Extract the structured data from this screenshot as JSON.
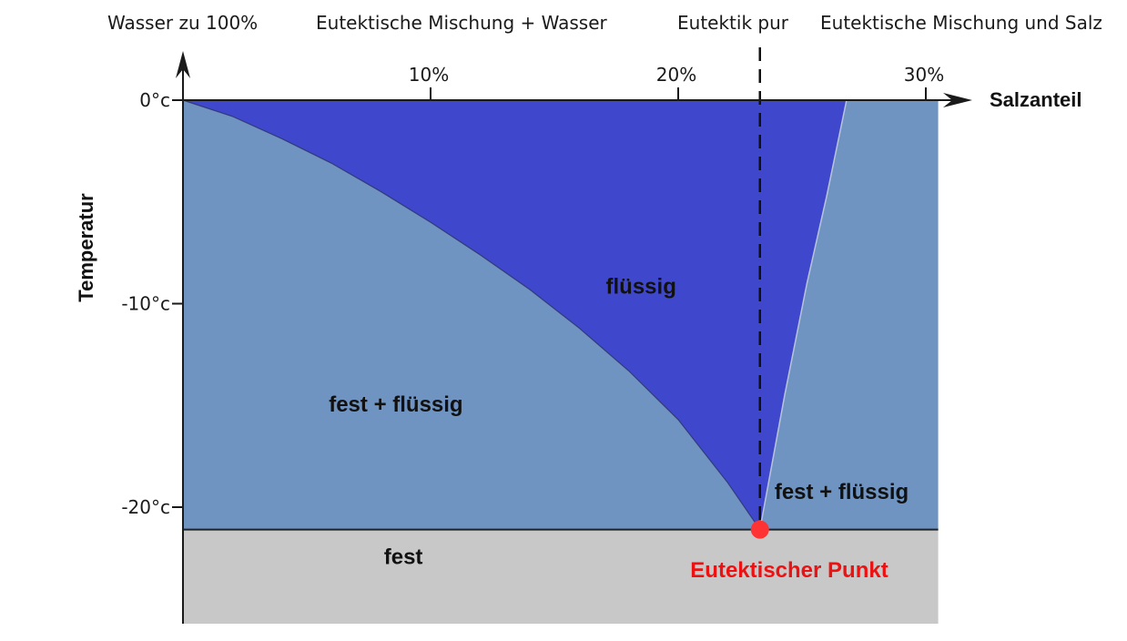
{
  "chart_data": {
    "type": "area",
    "title": "",
    "xlabel": "Salzanteil",
    "ylabel": "Temperatur",
    "x_ticks": [
      {
        "value": 10,
        "label": "10%"
      },
      {
        "value": 20,
        "label": "20%"
      },
      {
        "value": 30,
        "label": "30%"
      }
    ],
    "y_ticks": [
      {
        "value": 0,
        "label": "0°c"
      },
      {
        "value": -10,
        "label": "-10°c"
      },
      {
        "value": -20,
        "label": "-20°c"
      }
    ],
    "xlim": [
      0,
      30.5
    ],
    "ylim": [
      -25.6,
      0
    ],
    "top_labels": [
      {
        "text": "Wasser zu 100%",
        "x": 0
      },
      {
        "text": "Eutektische Mischung + Wasser",
        "x": 11.4
      },
      {
        "text": "Eutektik pur",
        "x": 22.5
      },
      {
        "text": "Eutektische Mischung und Salz",
        "x": 27.5
      }
    ],
    "regions": [
      {
        "name": "flüssig",
        "label_at": [
          18.5,
          -9.5
        ]
      },
      {
        "name": "fest + flüssig",
        "label_at": [
          8.6,
          -15.3
        ]
      },
      {
        "name": "fest + flüssig",
        "label_at": [
          26.6,
          -19.6
        ]
      },
      {
        "name": "fest",
        "label_at": [
          8.9,
          -22.8
        ]
      }
    ],
    "liquidus_water_side": [
      [
        0,
        0
      ],
      [
        2,
        -0.8
      ],
      [
        4,
        -1.9
      ],
      [
        6,
        -3.1
      ],
      [
        8,
        -4.5
      ],
      [
        10,
        -6.0
      ],
      [
        12,
        -7.6
      ],
      [
        14,
        -9.3
      ],
      [
        16,
        -11.2
      ],
      [
        18,
        -13.3
      ],
      [
        20,
        -15.7
      ],
      [
        22,
        -18.8
      ],
      [
        23.3,
        -21.1
      ]
    ],
    "liquidus_salt_side": [
      [
        26.8,
        0
      ],
      [
        26.0,
        -4.7
      ],
      [
        25.2,
        -9.0
      ],
      [
        24.3,
        -14.5
      ],
      [
        23.3,
        -21.1
      ]
    ],
    "eutectic_line": {
      "temperature": -21.1,
      "x_end": 30.5
    },
    "eutectic_point": {
      "x": 23.3,
      "y": -21.1,
      "label": "Eutektischer Punkt"
    },
    "eutectic_composition_line": {
      "x": 23.3
    },
    "colors": {
      "liquid": "#3f48cc",
      "mixed": "#7094c2",
      "solid": "#c8c8c8",
      "eutectic_point": "#ff3333",
      "eutectic_label": "#ee1111",
      "axis": "#1a1a1a"
    }
  }
}
